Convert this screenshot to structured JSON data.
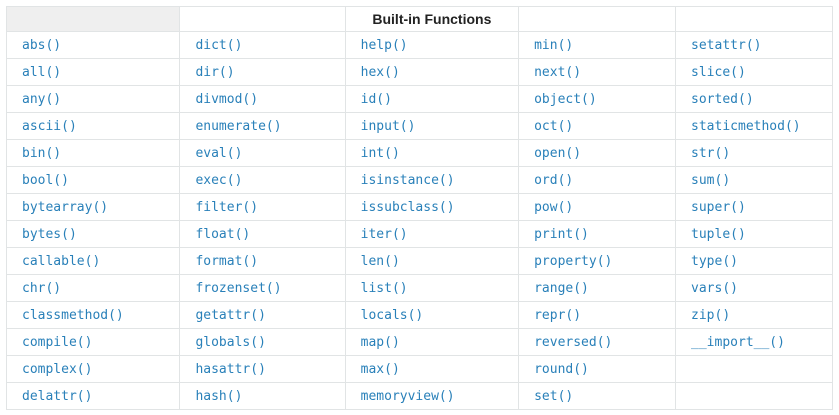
{
  "colors": {
    "link": "#2980b9",
    "border": "#e1e4e5",
    "header_stub_bg": "#efefef"
  },
  "table": {
    "title": "Built-in Functions",
    "rows": [
      [
        "abs()",
        "dict()",
        "help()",
        "min()",
        "setattr()"
      ],
      [
        "all()",
        "dir()",
        "hex()",
        "next()",
        "slice()"
      ],
      [
        "any()",
        "divmod()",
        "id()",
        "object()",
        "sorted()"
      ],
      [
        "ascii()",
        "enumerate()",
        "input()",
        "oct()",
        "staticmethod()"
      ],
      [
        "bin()",
        "eval()",
        "int()",
        "open()",
        "str()"
      ],
      [
        "bool()",
        "exec()",
        "isinstance()",
        "ord()",
        "sum()"
      ],
      [
        "bytearray()",
        "filter()",
        "issubclass()",
        "pow()",
        "super()"
      ],
      [
        "bytes()",
        "float()",
        "iter()",
        "print()",
        "tuple()"
      ],
      [
        "callable()",
        "format()",
        "len()",
        "property()",
        "type()"
      ],
      [
        "chr()",
        "frozenset()",
        "list()",
        "range()",
        "vars()"
      ],
      [
        "classmethod()",
        "getattr()",
        "locals()",
        "repr()",
        "zip()"
      ],
      [
        "compile()",
        "globals()",
        "map()",
        "reversed()",
        "__import__()"
      ],
      [
        "complex()",
        "hasattr()",
        "max()",
        "round()",
        ""
      ],
      [
        "delattr()",
        "hash()",
        "memoryview()",
        "set()",
        ""
      ]
    ]
  }
}
